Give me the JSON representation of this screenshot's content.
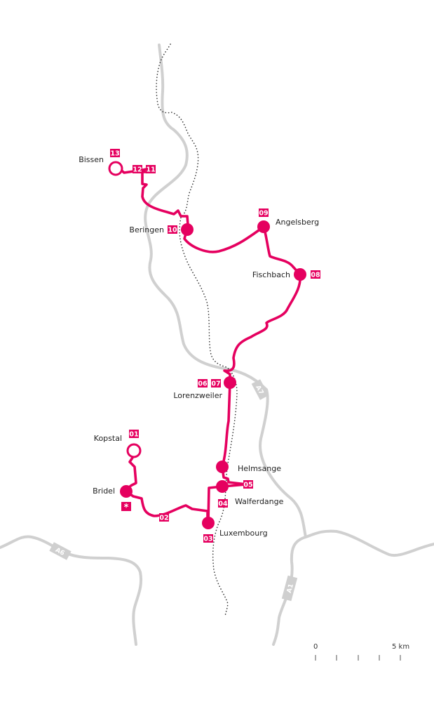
{
  "map": {
    "colors": {
      "route": "#e5005f",
      "road": "#d0d0d0",
      "river": "#333333",
      "text": "#222222"
    },
    "places": [
      {
        "id": "bissen",
        "name": "Bissen"
      },
      {
        "id": "beringen",
        "name": "Beringen"
      },
      {
        "id": "angelsberg",
        "name": "Angelsberg"
      },
      {
        "id": "fischbach",
        "name": "Fischbach"
      },
      {
        "id": "lorenzweiler",
        "name": "Lorenzweiler"
      },
      {
        "id": "kopstal",
        "name": "Kopstal"
      },
      {
        "id": "bridel",
        "name": "Bridel"
      },
      {
        "id": "helmsange",
        "name": "Helmsange"
      },
      {
        "id": "walferdange",
        "name": "Walferdange"
      },
      {
        "id": "luxembourg",
        "name": "Luxembourg"
      }
    ],
    "stages": [
      "01",
      "02",
      "03",
      "04",
      "05",
      "06",
      "07",
      "08",
      "09",
      "10",
      "11",
      "12",
      "13"
    ],
    "start_marker": "*",
    "roads": [
      "A6",
      "A7",
      "A1"
    ],
    "scale": {
      "start": "0",
      "end": "5 km",
      "ticks": 5
    }
  }
}
